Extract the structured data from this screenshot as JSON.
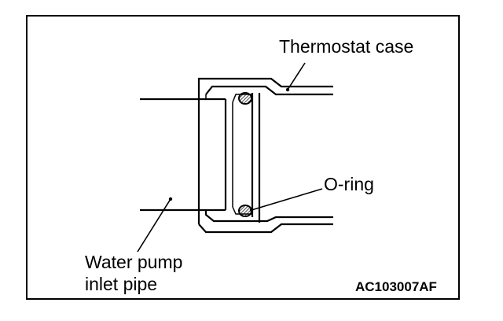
{
  "labels": {
    "thermostat_case": "Thermostat case",
    "o_ring": "O-ring",
    "water_pump_line1": "Water pump",
    "water_pump_line2": "inlet pipe",
    "figure_code": "AC103007AF"
  }
}
